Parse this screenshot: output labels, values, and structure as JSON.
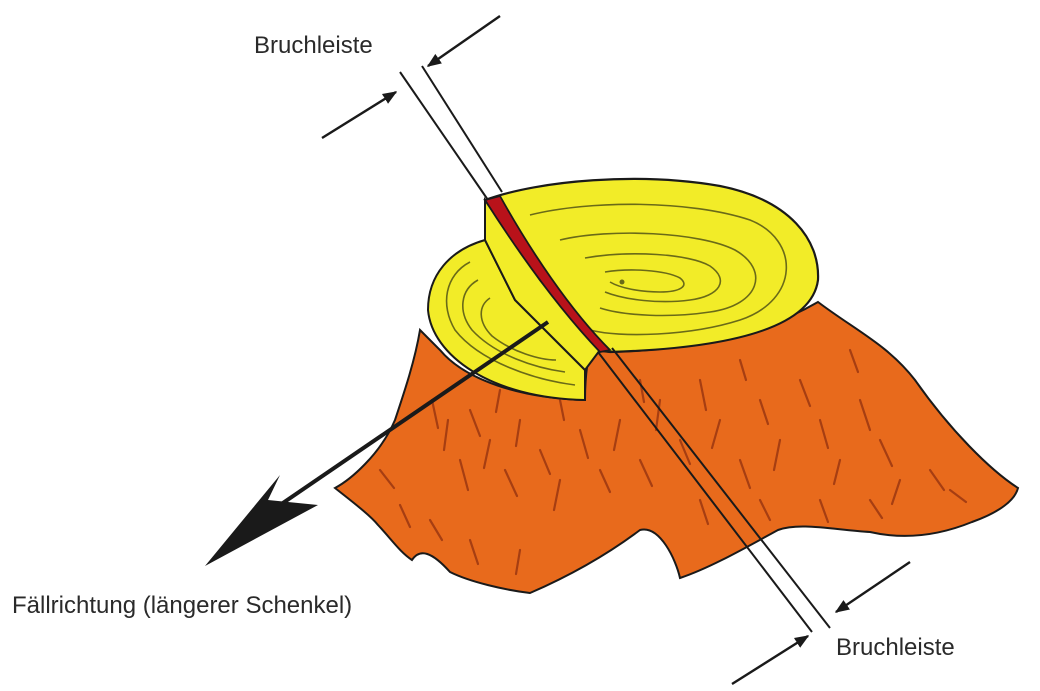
{
  "labels": {
    "hinge_top": "Bruchleiste",
    "hinge_bottom": "Bruchleiste",
    "fall_direction": "Fällrichtung (längerer Schenkel)"
  },
  "colors": {
    "bark": "#e86a1c",
    "bark_texture": "#a63e12",
    "wood": "#f2ec28",
    "rings": "#6a6a18",
    "hinge": "#b8121a",
    "outline": "#1a1a1a",
    "background": "#ffffff"
  }
}
